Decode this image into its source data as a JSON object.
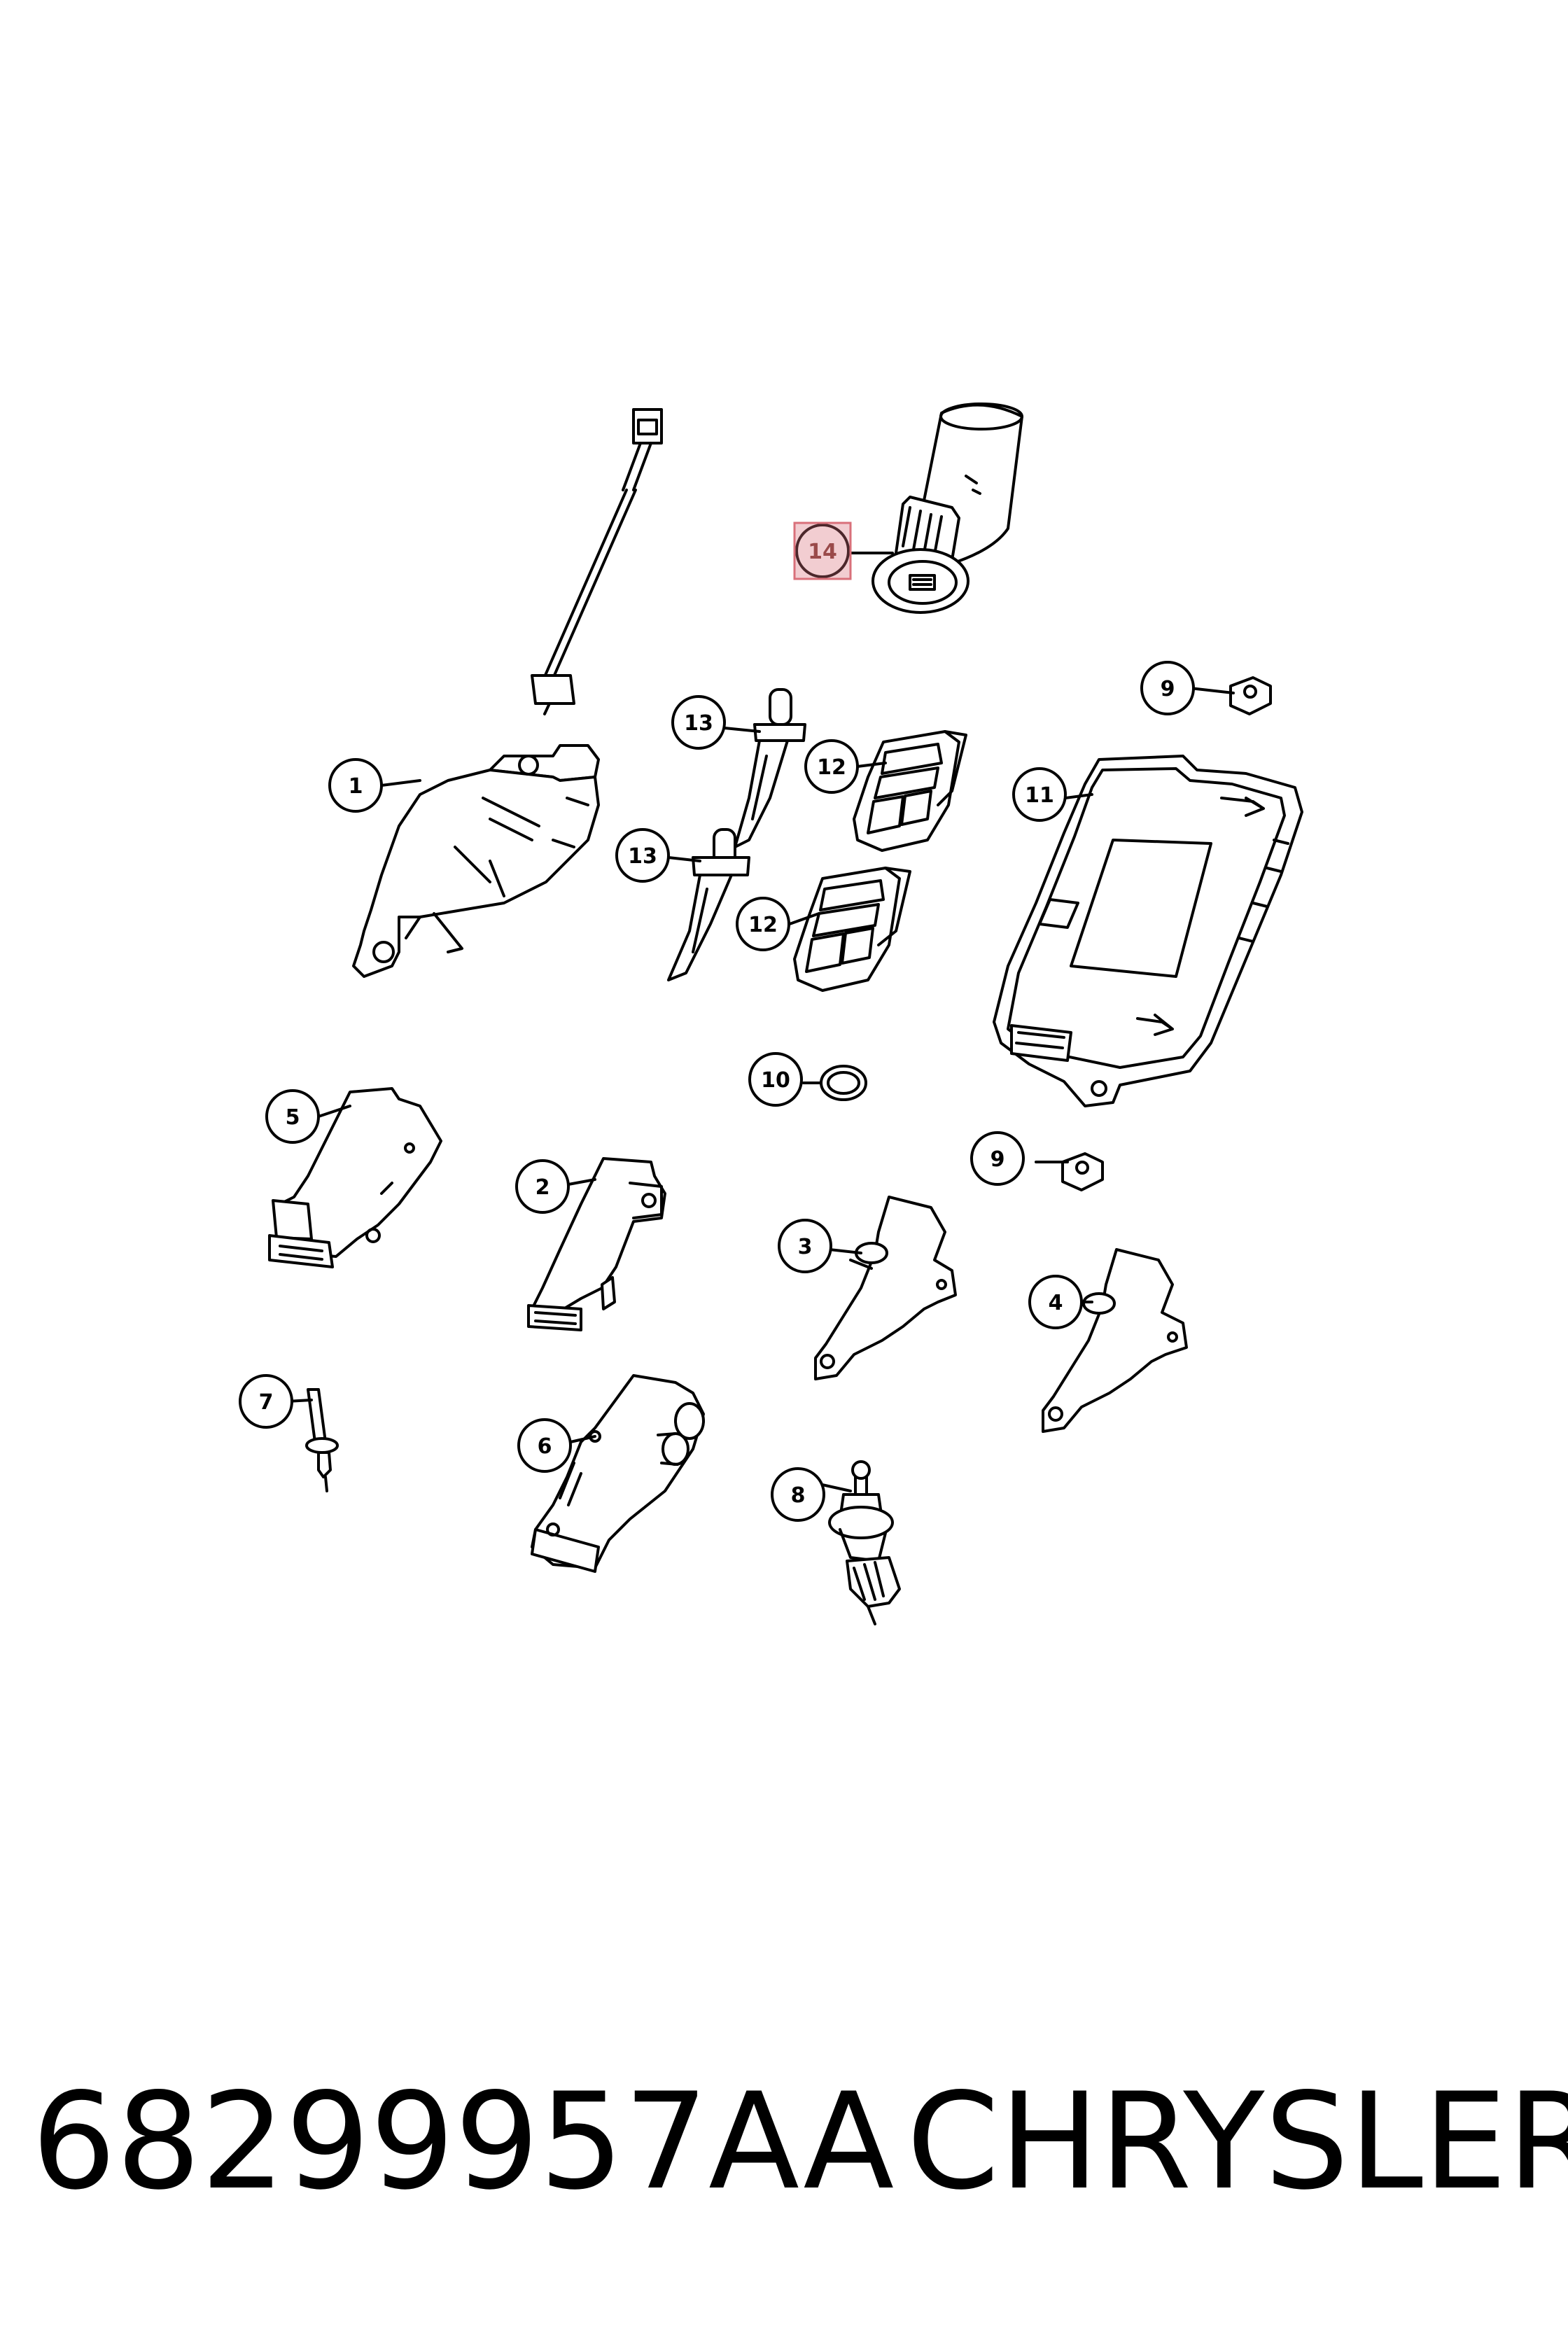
{
  "callouts": [
    {
      "id": "c1",
      "label": "1"
    },
    {
      "id": "c2",
      "label": "2"
    },
    {
      "id": "c3",
      "label": "3"
    },
    {
      "id": "c4",
      "label": "4"
    },
    {
      "id": "c5",
      "label": "5"
    },
    {
      "id": "c6",
      "label": "6"
    },
    {
      "id": "c7",
      "label": "7"
    },
    {
      "id": "c8",
      "label": "8"
    },
    {
      "id": "c9a",
      "label": "9"
    },
    {
      "id": "c9b",
      "label": "9"
    },
    {
      "id": "c10",
      "label": "10"
    },
    {
      "id": "c11",
      "label": "11"
    },
    {
      "id": "c12a",
      "label": "12"
    },
    {
      "id": "c12b",
      "label": "12"
    },
    {
      "id": "c13a",
      "label": "13"
    },
    {
      "id": "c13b",
      "label": "13"
    },
    {
      "id": "c14",
      "label": "14",
      "highlighted": true
    }
  ],
  "highlight_color": "#d9707a",
  "caption": {
    "part_number": "68299957AA",
    "brand": "CHRYSLER"
  }
}
